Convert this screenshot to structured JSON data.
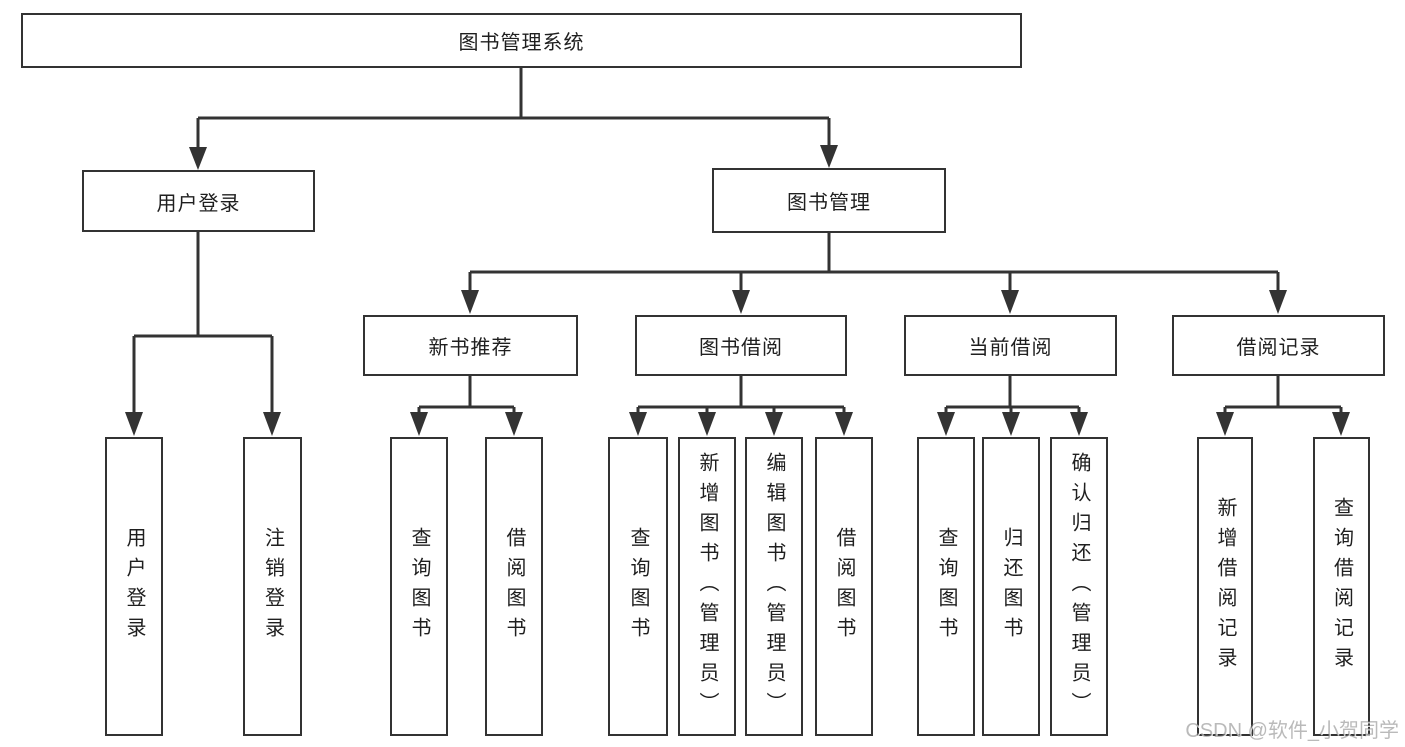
{
  "nodes": {
    "root": {
      "label": "图书管理系统"
    },
    "level2": [
      {
        "label": "用户登录"
      },
      {
        "label": "图书管理"
      }
    ],
    "login_children": [
      {
        "label": "用户登录"
      },
      {
        "label": "注销登录"
      }
    ],
    "level3": [
      {
        "label": "新书推荐"
      },
      {
        "label": "图书借阅"
      },
      {
        "label": "当前借阅"
      },
      {
        "label": "借阅记录"
      }
    ],
    "recommend_children": [
      {
        "label": "查询图书"
      },
      {
        "label": "借阅图书"
      }
    ],
    "borrow_children": [
      {
        "label": "查询图书"
      },
      {
        "label": "新增图书（管理员）"
      },
      {
        "label": "编辑图书（管理员）"
      },
      {
        "label": "借阅图书"
      }
    ],
    "current_children": [
      {
        "label": "查询图书"
      },
      {
        "label": "归还图书"
      },
      {
        "label": "确认归还（管理员）"
      }
    ],
    "record_children": [
      {
        "label": "新增借阅记录"
      },
      {
        "label": "查询借阅记录"
      }
    ]
  },
  "watermark": {
    "text": "CSDN @软件_小贺同学"
  },
  "colors": {
    "line": "#333333",
    "box_border": "#333333",
    "box_bg": "#ffffff",
    "text": "#1f1f1f",
    "watermark_gray": "#828282"
  }
}
